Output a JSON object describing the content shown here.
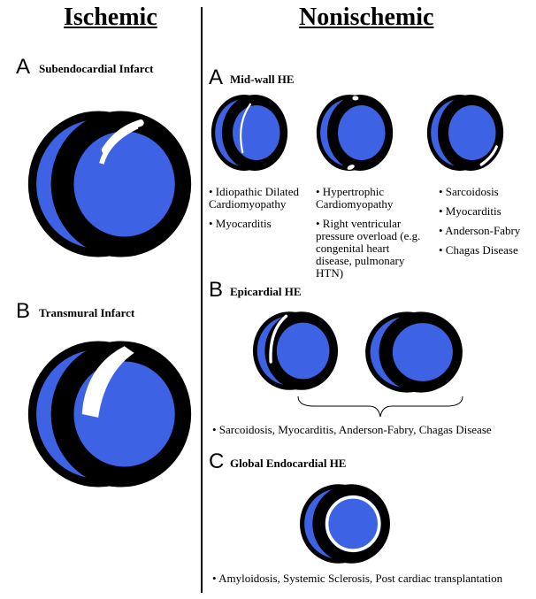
{
  "colors": {
    "myocardium": "#000000",
    "cavity": "#3d62e4",
    "scar": "#ffffff"
  },
  "ischemic": {
    "title": "Ischemic",
    "a": {
      "letter": "A",
      "label": "Subendocardial Infarct"
    },
    "b": {
      "letter": "B",
      "label": "Transmural Infarct"
    }
  },
  "nonischemic": {
    "title": "Nonischemic",
    "a": {
      "letter": "A",
      "label": "Mid-wall HE",
      "col1": [
        "• Idiopathic Dilated Cardiomyopathy",
        "• Myocarditis"
      ],
      "col2": [
        "• Hypertrophic Cardiomyopathy",
        "• Right ventricular pressure overload (e.g. congenital heart disease, pulmonary HTN)"
      ],
      "col3": [
        "• Sarcoidosis",
        "• Myocarditis",
        "• Anderson-Fabry",
        "• Chagas Disease"
      ]
    },
    "b": {
      "letter": "B",
      "label": "Epicardial HE",
      "text": "• Sarcoidosis, Myocarditis, Anderson-Fabry, Chagas Disease"
    },
    "c": {
      "letter": "C",
      "label": "Global Endocardial HE",
      "text": "• Amyloidosis, Systemic Sclerosis, Post cardiac transplantation"
    }
  }
}
